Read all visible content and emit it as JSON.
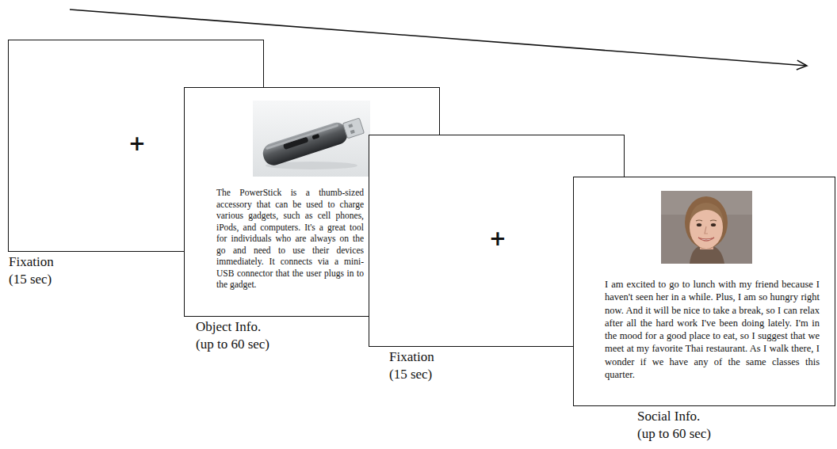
{
  "diagram": {
    "nodes": [
      {
        "text": [
          "+",
          "Fixation (15 sec)"
        ]
      },
      {
        "text": [
          "The PowerStick is a thumb-sized accessory that can be used to charge various gadgets, such as cell phones, iPods, and computers. It's a great tool for individuals who are always on the go and need to use their devices immediately. It connects via a mini-USB connector that the user plugs in to the gadget.",
          "Object Info. (up to 60 sec)"
        ]
      },
      {
        "text": [
          "+",
          "Fixation (15 sec)"
        ]
      },
      {
        "text": [
          "I am excited to go to lunch with my friend because I haven't seen her in a while. Plus, I am so hungry right now. And it will be nice to take a break, so I can relax after all the hard work I've been doing lately. I'm in the mood for a good place to eat, so I suggest that we meet at my favorite Thai restaurant. As I walk there, I wonder if we have any of the same classes this quarter.",
          "Social Info. (up to 60 sec)"
        ]
      }
    ]
  }
}
